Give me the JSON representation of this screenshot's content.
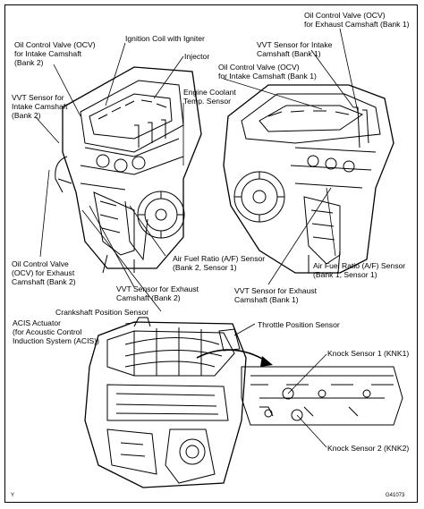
{
  "labels": {
    "ocv_intake_bank2": "Oil Control Valve (OCV)\nfor Intake Camshaft\n(Bank 2)",
    "ignition_coil": "Ignition Coil with Igniter",
    "injector": "Injector",
    "ocv_exhaust_bank1": "Oil Control Valve (OCV)\nfor Exhaust Camshaft (Bank 1)",
    "vvt_intake_bank1": "VVT Sensor for Intake\nCamshaft (Bank 1)",
    "ocv_intake_bank1": "Oil Control Valve (OCV)\nfor Intake Camshaft (Bank 1)",
    "vvt_intake_bank2": "VVT Sensor for\nIntake Camshaft\n(Bank 2)",
    "coolant_temp": "Engine Coolant\nTemp. Sensor",
    "ocv_exhaust_bank2": "Oil Control Valve\n(OCV) for Exhaust\nCamshaft (Bank 2)",
    "af_bank2": "Air Fuel Ratio (A/F) Sensor\n(Bank 2, Sensor 1)",
    "af_bank1": "Air Fuel Ratio (A/F) Sensor\n(Bank 1, Sensor 1)",
    "vvt_exhaust_bank2": "VVT Sensor for Exhaust\nCamshaft (Bank 2)",
    "vvt_exhaust_bank1": "VVT Sensor for Exhaust\nCamshaft (Bank 1)",
    "crankshaft": "Crankshaft Position Sensor",
    "acis": "ACIS Actuator\n(for Acoustic Control\nInduction System (ACIS))",
    "throttle": "Throttle Position Sensor",
    "knock1": "Knock Sensor 1 (KNK1)",
    "knock2": "Knock Sensor 2 (KNK2)"
  },
  "footer": {
    "left_mark": "Y",
    "figure_code": "G41073"
  }
}
